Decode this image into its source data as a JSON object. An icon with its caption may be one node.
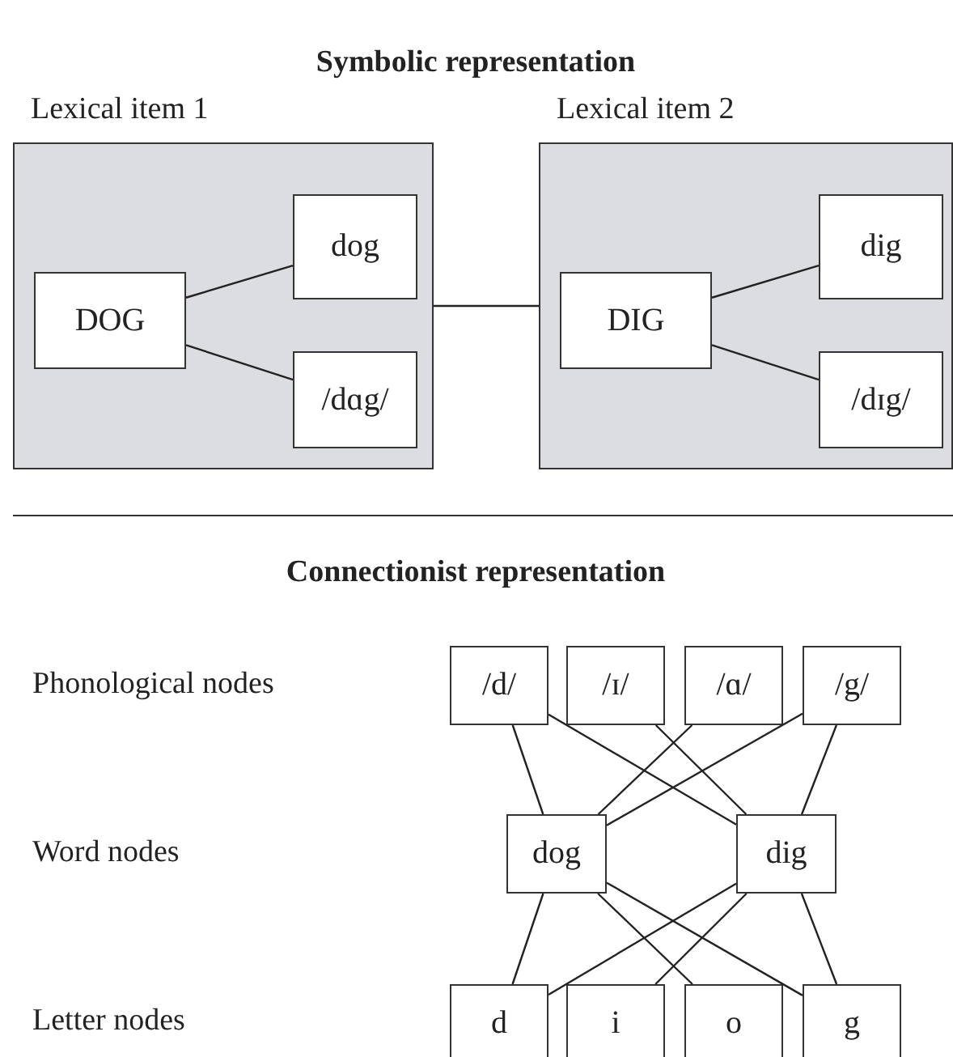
{
  "diagram": {
    "title": "Symbolic representation",
    "nodes": [
      {
        "text": [
          "Lexical item 1"
        ]
      },
      {
        "text": [
          "DOG"
        ],
        "in": 0
      },
      {
        "text": [
          "dog"
        ],
        "in": 0
      },
      {
        "text": [
          "/dɑg/"
        ],
        "in": 0
      },
      {
        "text": [
          "Lexical item 2"
        ]
      },
      {
        "text": [
          "DIG"
        ],
        "in": 4
      },
      {
        "text": [
          "dig"
        ],
        "in": 4
      },
      {
        "text": [
          "/dɪg/"
        ],
        "in": 4
      },
      {
        "text": [
          "/d/"
        ]
      },
      {
        "text": [
          "/ɪ/"
        ]
      },
      {
        "text": [
          "/ɑ/"
        ]
      },
      {
        "text": [
          "/g/"
        ]
      },
      {
        "text": [
          "dog"
        ]
      },
      {
        "text": [
          "dig"
        ]
      },
      {
        "text": [
          "d"
        ]
      },
      {
        "text": [
          "i"
        ]
      },
      {
        "text": [
          "o"
        ]
      },
      {
        "text": [
          "g"
        ]
      }
    ],
    "edges": [
      {
        "from": 1,
        "to": 2,
        "arrow": "none"
      },
      {
        "from": 1,
        "to": 3,
        "arrow": "none"
      },
      {
        "from": 0,
        "to": 4,
        "arrow": "none"
      },
      {
        "from": 5,
        "to": 6,
        "arrow": "none"
      },
      {
        "from": 5,
        "to": 7,
        "arrow": "none"
      },
      {
        "from": 8,
        "to": 12,
        "arrow": "none"
      },
      {
        "from": 8,
        "to": 13,
        "arrow": "none"
      },
      {
        "from": 9,
        "to": 13,
        "arrow": "none"
      },
      {
        "from": 10,
        "to": 12,
        "arrow": "none"
      },
      {
        "from": 11,
        "to": 12,
        "arrow": "none"
      },
      {
        "from": 11,
        "to": 13,
        "arrow": "none"
      },
      {
        "from": 12,
        "to": 14,
        "arrow": "none"
      },
      {
        "from": 12,
        "to": 16,
        "arrow": "none"
      },
      {
        "from": 12,
        "to": 17,
        "arrow": "none"
      },
      {
        "from": 13,
        "to": 14,
        "arrow": "none"
      },
      {
        "from": 13,
        "to": 15,
        "arrow": "none"
      },
      {
        "from": 13,
        "to": 17,
        "arrow": "none"
      }
    ],
    "labels": [
      "Connectionist representation",
      "Phonological nodes",
      "Word nodes",
      "Letter nodes"
    ]
  }
}
